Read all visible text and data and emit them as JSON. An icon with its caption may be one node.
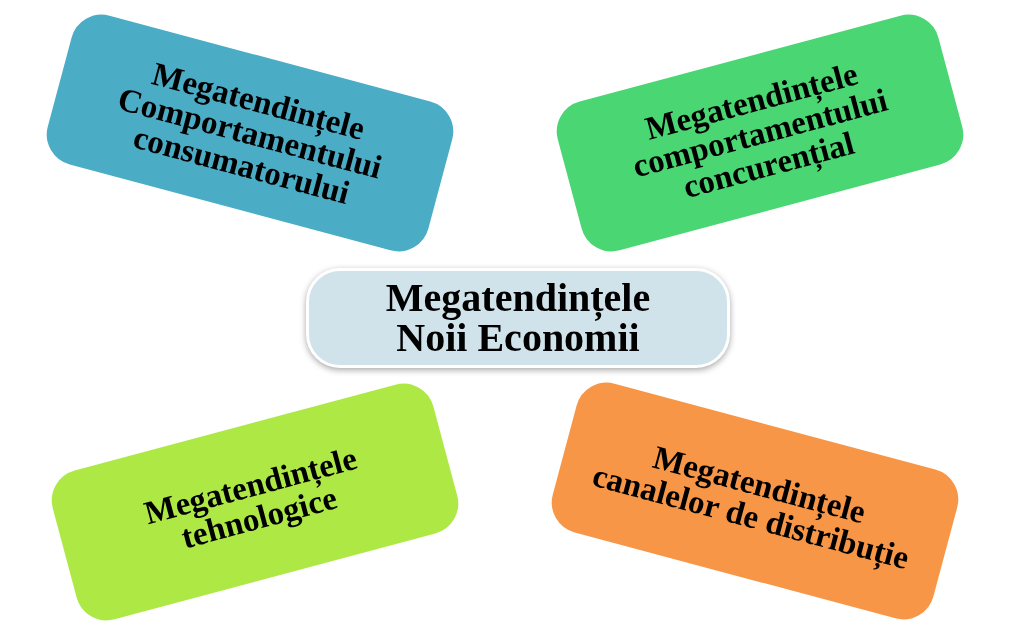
{
  "diagram": {
    "nodes": [
      {
        "text": [
          "Megatendințele Comportamentului consumatorului"
        ]
      },
      {
        "text": [
          "Megatendințele comportamentului concurențial"
        ]
      },
      {
        "text": [
          "Megatendințele Noii Economii"
        ]
      },
      {
        "text": [
          "Megatendințele tehnologice"
        ]
      },
      {
        "text": [
          "Megatendințele canalelor de distribuție"
        ]
      }
    ],
    "edges": []
  }
}
